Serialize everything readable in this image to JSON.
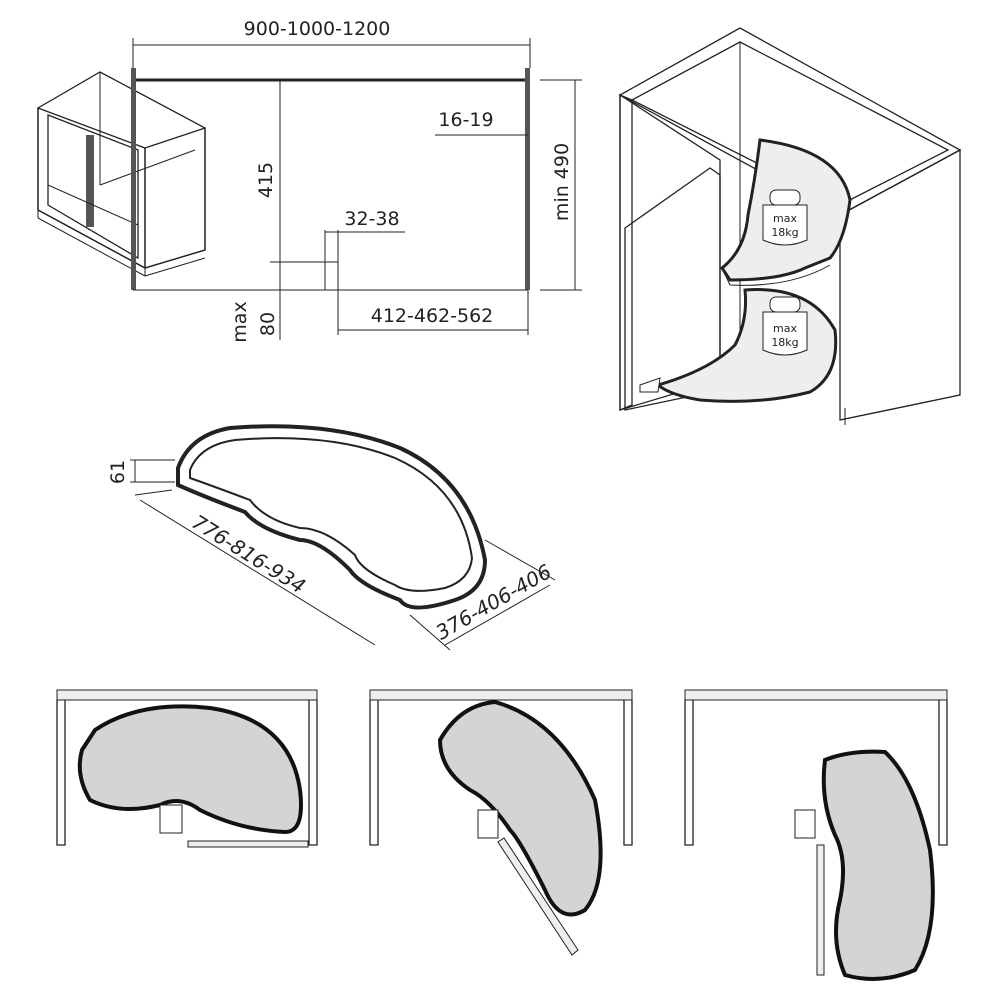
{
  "dimensions": {
    "overall_width": "900-1000-1200",
    "height_415": "415",
    "thickness": "16-19",
    "min_height": "min 490",
    "post": "32-38",
    "offset": "412-462-562",
    "max_label": "max",
    "max_value": "80",
    "tray_height": "61",
    "tray_length": "776-816-934",
    "tray_depth": "376-406-406"
  },
  "load_labels": [
    {
      "line1": "max",
      "line2": "18kg"
    },
    {
      "line1": "max",
      "line2": "18kg"
    }
  ],
  "colors": {
    "tray_fill": "#d4d4d4",
    "line": "#222222"
  }
}
